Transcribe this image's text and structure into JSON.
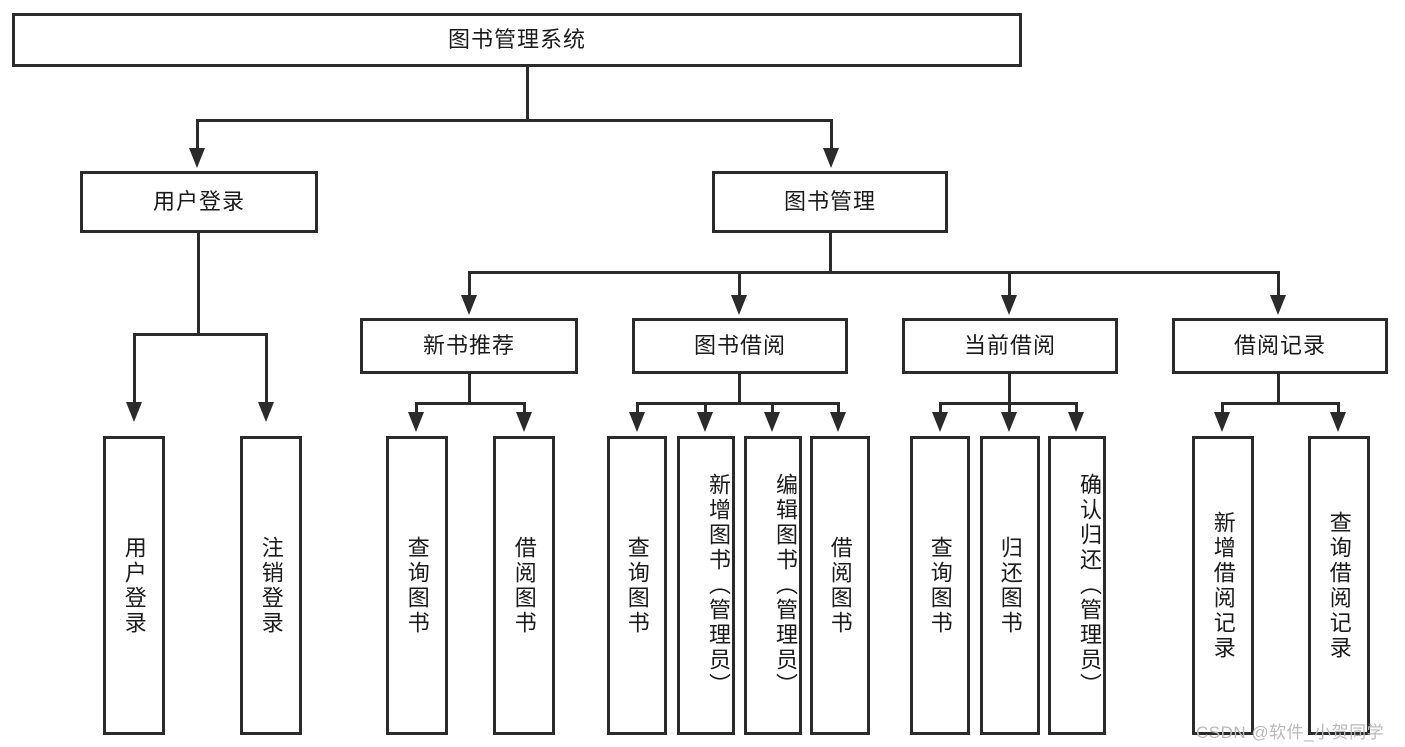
{
  "diagram": {
    "type": "tree-hierarchy-functional-decomposition",
    "root": {
      "label": "图书管理系统"
    },
    "level2": [
      {
        "label": "用户登录"
      },
      {
        "label": "图书管理"
      }
    ],
    "level3": [
      {
        "label": "新书推荐"
      },
      {
        "label": "图书借阅"
      },
      {
        "label": "当前借阅"
      },
      {
        "label": "借阅记录"
      }
    ],
    "leaves": {
      "user_login": [
        {
          "label": "用户登录"
        },
        {
          "label": "注销登录"
        }
      ],
      "new_book_recommend": [
        {
          "label": "查询图书"
        },
        {
          "label": "借阅图书"
        }
      ],
      "book_borrow": [
        {
          "label": "查询图书"
        },
        {
          "label": "新增图书（管理员）"
        },
        {
          "label": "编辑图书（管理员）"
        },
        {
          "label": "借阅图书"
        }
      ],
      "current_borrow": [
        {
          "label": "查询图书"
        },
        {
          "label": "归还图书"
        },
        {
          "label": "确认归还（管理员）"
        }
      ],
      "borrow_record": [
        {
          "label": "新增借阅记录"
        },
        {
          "label": "查询借阅记录"
        }
      ]
    }
  },
  "watermark": {
    "text": "CSDN @软件_小贺同学"
  },
  "colors": {
    "stroke": "#2b2b2b",
    "background": "#ffffff",
    "text": "#1a1a1a",
    "watermark": "#b9b9b9"
  }
}
